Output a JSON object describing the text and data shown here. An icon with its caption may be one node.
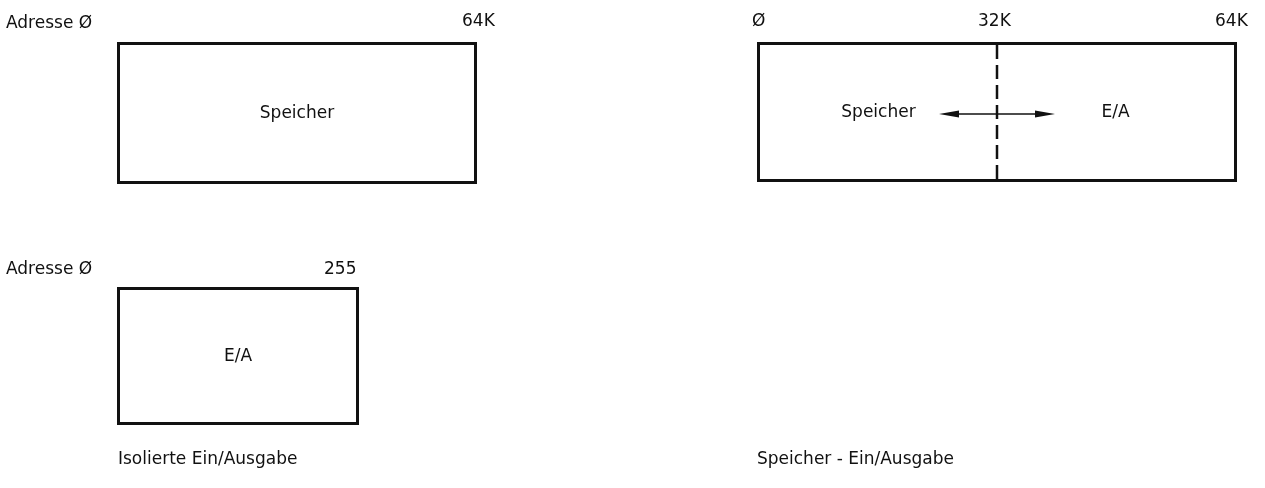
{
  "diagram": {
    "nodes": [
      {
        "text": [
          "Speicher"
        ]
      },
      {
        "text": [
          "Speicher",
          "E/A"
        ]
      },
      {
        "text": [
          "E/A"
        ]
      }
    ],
    "labels": [
      "Adresse Ø",
      "64K",
      "Ø",
      "32K",
      "64K",
      "Adresse Ø",
      "255",
      "Isolierte Ein/Ausgabe",
      "Speicher - Ein/Ausgabe"
    ]
  }
}
